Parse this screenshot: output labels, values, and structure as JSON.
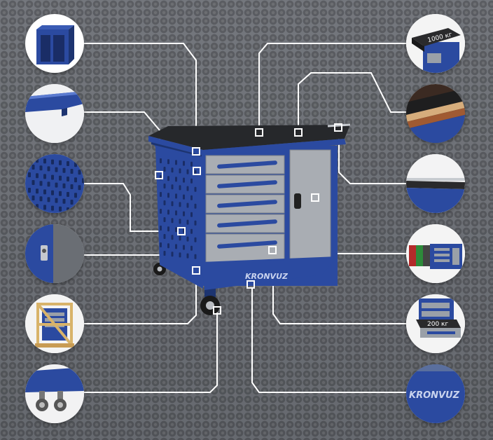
{
  "labels": {
    "load_top": "1000 кг",
    "load_drawer": "200 кг",
    "brand": "KRONVUZ"
  },
  "colors": {
    "cabinet_blue": "#2b4aa0",
    "dark_blue": "#1d3470",
    "drawer_gray": "#a9adb3",
    "background": "#6e7177",
    "leader_line": "#ffffff"
  },
  "callouts_left": [
    {
      "name": "callout-top-frame",
      "depicts": "cabinet-frame-icon"
    },
    {
      "name": "callout-profile-edge",
      "depicts": "profile-edge-icon"
    },
    {
      "name": "callout-perforated-panel",
      "depicts": "perforated-panel-icon"
    },
    {
      "name": "callout-side-lock",
      "depicts": "lock-icon"
    },
    {
      "name": "callout-wooden-crate",
      "depicts": "crate-icon"
    },
    {
      "name": "callout-casters",
      "depicts": "caster-icon"
    }
  ],
  "callouts_right": [
    {
      "name": "callout-load-mat",
      "depicts": "load-mat-icon"
    },
    {
      "name": "callout-mat-layers",
      "depicts": "mat-layers-icon"
    },
    {
      "name": "callout-handle-bar",
      "depicts": "handle-bar-icon"
    },
    {
      "name": "callout-color-options",
      "depicts": "color-options-icon"
    },
    {
      "name": "callout-drawer-load",
      "depicts": "drawer-load-icon"
    },
    {
      "name": "callout-brand-logo",
      "depicts": "brand-logo-icon"
    }
  ]
}
